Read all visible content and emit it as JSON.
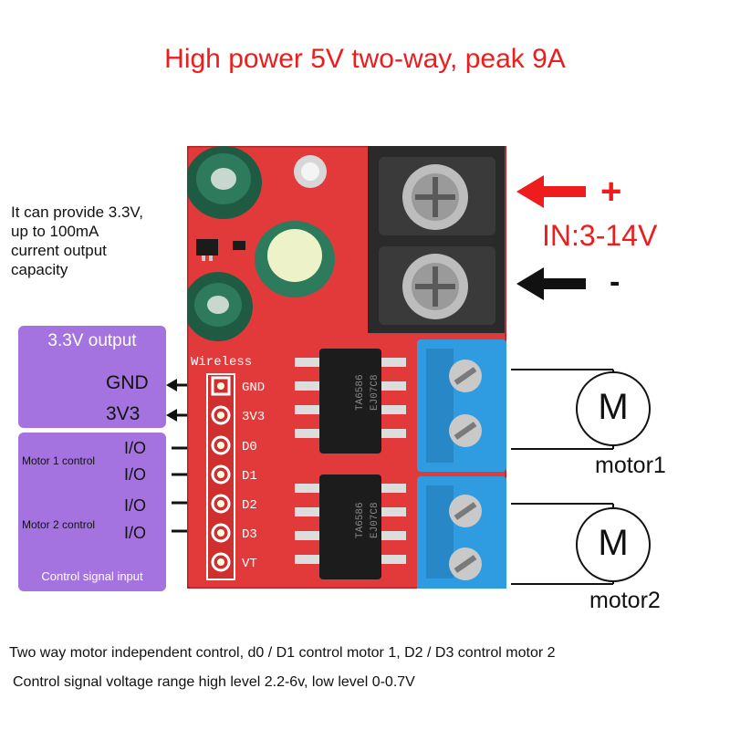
{
  "title": "High power 5V two-way, peak 9A",
  "supply_note": [
    "It can provide 3.3V,",
    "up to 100mA",
    "current output",
    "capacity"
  ],
  "input": {
    "plus": "+",
    "minus": "-",
    "range": "IN:3-14V"
  },
  "output_panel": {
    "title": "3.3V output",
    "pins": [
      "GND",
      "3V3"
    ]
  },
  "control_panel": {
    "motor1_label": "Motor 1 control",
    "motor2_label": "Motor 2 control",
    "io_labels": [
      "I/O",
      "I/O",
      "I/O",
      "I/O"
    ],
    "footer": "Control signal input"
  },
  "board": {
    "silk_brand": "Wireless",
    "pins": [
      "GND",
      "3V3",
      "D0",
      "D1",
      "D2",
      "D3",
      "VT"
    ],
    "ic_text": [
      "TA6586",
      "EJ07C8",
      "TA6586",
      "EJ07C8"
    ]
  },
  "motors": [
    {
      "symbol": "M",
      "label": "motor1"
    },
    {
      "symbol": "M",
      "label": "motor2"
    }
  ],
  "footer_lines": [
    "Two way motor independent control, d0 / D1 control motor 1, D2 / D3 control motor 2",
    "Control signal voltage range high level 2.2-6v, low level 0-0.7V"
  ],
  "colors": {
    "title_red": "#ee1c1c",
    "panel_purple": "#a473e0",
    "pcb_red": "#e23a3a",
    "terminal_blue": "#2f9be0"
  }
}
